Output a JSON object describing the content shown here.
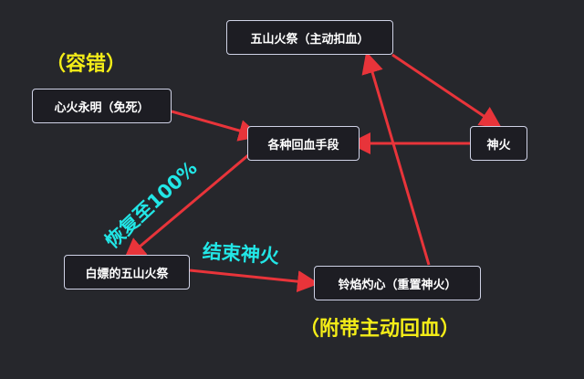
{
  "nodes": {
    "wushan": "五山火祭（主动扣血）",
    "xinhuo": "心火永明（免死）",
    "gezhong": "各种回血手段",
    "shenhuo": "神火",
    "baipiao": "白嫖的五山火祭",
    "lingyan": "铃焰灼心（重置神火）"
  },
  "notes": {
    "rongcuo": "（容错）",
    "huifu": "恢复至100%",
    "jieshu": "结束神火",
    "fudai": "（附带主动回血）"
  },
  "colors": {
    "arrow": "#e8343a",
    "yellow_text": "#f3ec18",
    "cyan_text": "#22e6e6",
    "node_border": "#cfd2e6"
  }
}
